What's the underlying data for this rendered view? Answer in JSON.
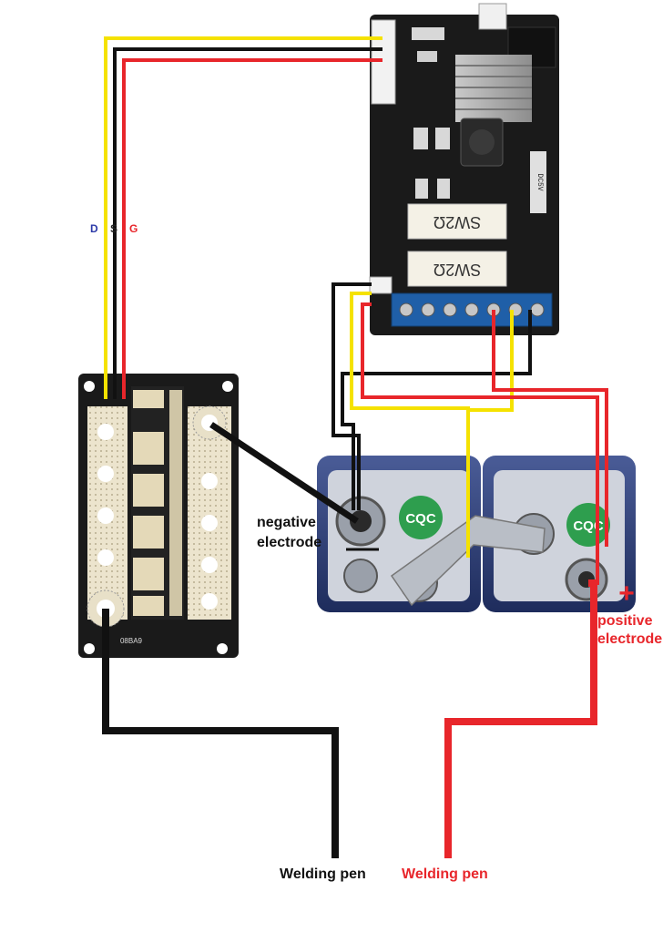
{
  "wire_legend": {
    "d": "D",
    "s": "S",
    "g": "G",
    "d_color": "#2c3aa8",
    "s_color": "#222222",
    "g_color": "#e8262b"
  },
  "board": {
    "resistor_1_label": "SW2Ω",
    "resistor_2_label": "SW2Ω",
    "side_label": "DC5V"
  },
  "pcb": {
    "label": "08BA9"
  },
  "capacitors": {
    "left_brand": "CQC",
    "right_brand": "CQC"
  },
  "labels": {
    "negative_line1": "negative",
    "negative_line2": "electrode",
    "positive_sign": "+",
    "positive_line1": "positive",
    "positive_line2": "electrode",
    "welding_pen_black": "Welding pen",
    "welding_pen_red": "Welding pen"
  },
  "colors": {
    "wire_yellow": "#f5e200",
    "wire_black": "#111111",
    "wire_red": "#e8262b",
    "terminal_blue": "#1f5fa8",
    "capacitor_blue": "#2b3e7a",
    "pcb_gold": "#e8dfc6"
  }
}
